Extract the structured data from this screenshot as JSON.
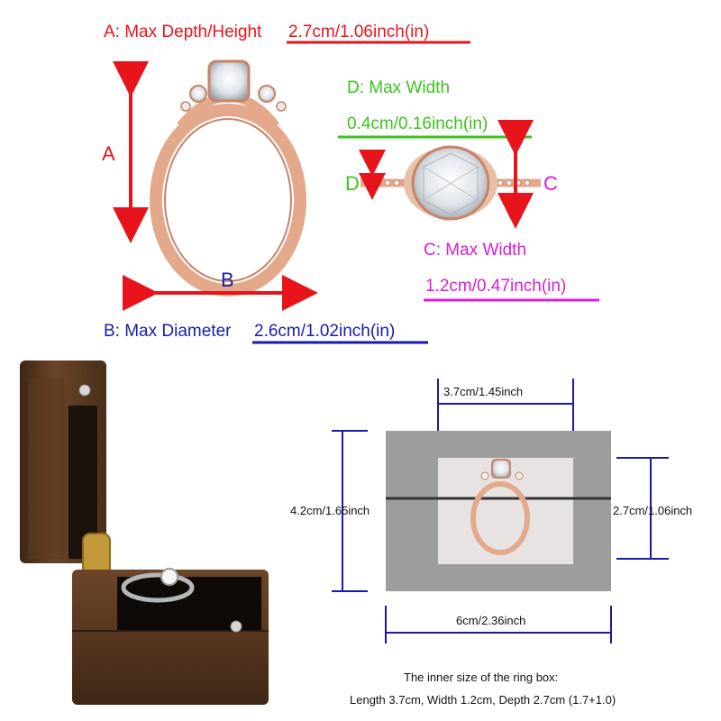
{
  "labels": {
    "a_title": "A: Max Depth/Height",
    "a_value": "2.7cm/1.06inch(in)",
    "a_letter": "A",
    "b_letter": "B",
    "b_title": "B: Max Diameter",
    "b_value": "2.6cm/1.02inch(in)",
    "c_letter": "C",
    "c_title": "C: Max Width",
    "c_value": "1.2cm/0.47inch(in)",
    "d_letter": "D",
    "d_title": "D: Max Width",
    "d_value": "0.4cm/0.16inch(in)"
  },
  "box_diagram": {
    "inner_length": "3.7cm/1.45inch",
    "outer_height": "4.2cm/1.65inch",
    "inner_height": "2.7cm/1.06inch",
    "outer_width": "6cm/2.36inch",
    "caption_line1": "The inner size of the ring box:",
    "caption_line2": "Length 3.7cm, Width 1.2cm, Depth 2.7cm (1.7+1.0)"
  },
  "colors": {
    "red": "#e8141c",
    "green": "#3cc41e",
    "magenta": "#d81ed8",
    "blue": "#1a1aa8",
    "rose_gold": "#e3a98a",
    "walnut": "#5a3a22",
    "gray_panel": "#9d9d9d"
  }
}
